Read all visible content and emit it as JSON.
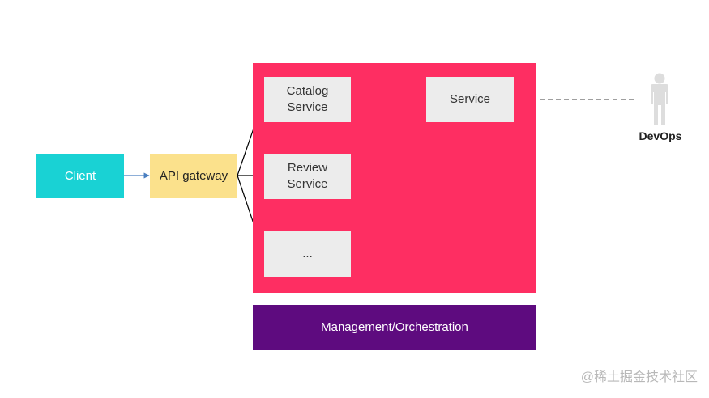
{
  "colors": {
    "client": "#19d2d4",
    "gateway": "#fbe18c",
    "cluster": "#fe2e62",
    "service_box": "#ececec",
    "management": "#5e0b7f",
    "person": "#dddddd",
    "arrow": "#000000",
    "client_arrow": "#4a7fc1",
    "dashed_arrow": "#666666"
  },
  "diagram": {
    "client_label": "Client",
    "gateway_label": "API gateway",
    "catalog_label": "Catalog\nService",
    "review_label": "Review\nService",
    "more_label": "...",
    "service_label": "Service",
    "management_label": "Management/Orchestration",
    "devops_label": "DevOps"
  },
  "watermark": "@稀土掘金技术社区"
}
